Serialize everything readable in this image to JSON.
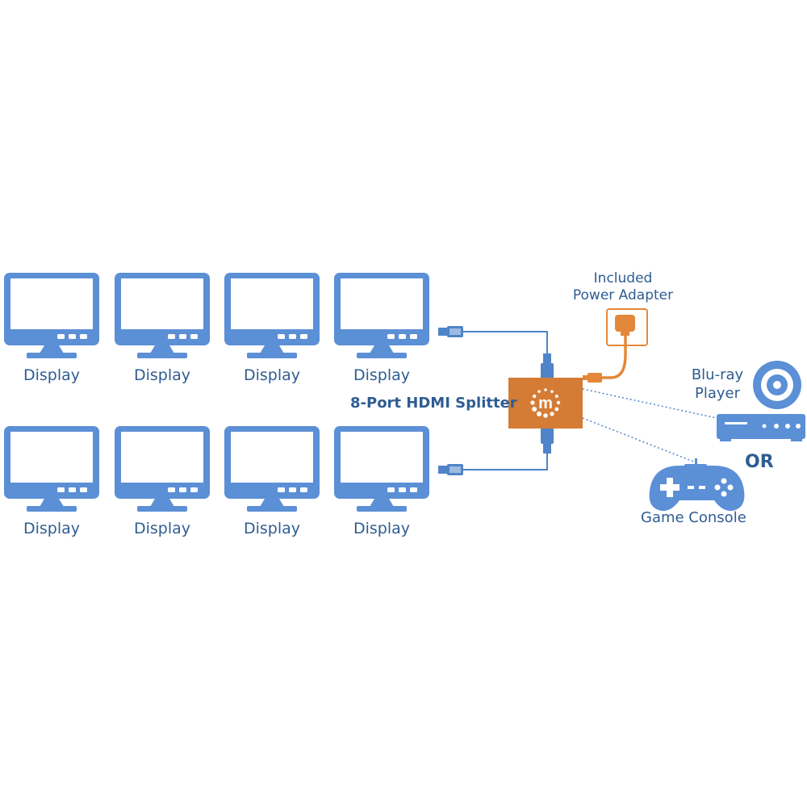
{
  "colors": {
    "display_blue": "#5b8fd6",
    "cable_blue": "#4f84c8",
    "text_blue": "#2f5c92",
    "splitter_orange": "#d47c36",
    "adapter_orange": "#e3883a"
  },
  "displays": [
    {
      "label": "Display"
    },
    {
      "label": "Display"
    },
    {
      "label": "Display"
    },
    {
      "label": "Display"
    },
    {
      "label": "Display"
    },
    {
      "label": "Display"
    },
    {
      "label": "Display"
    },
    {
      "label": "Display"
    }
  ],
  "splitter": {
    "label": "8-Port HDMI Splitter",
    "logo_letter": "m"
  },
  "power_adapter": {
    "line1": "Included",
    "line2": "Power Adapter"
  },
  "bluray": {
    "line1": "Blu-ray",
    "line2": "Player"
  },
  "or_text": "OR",
  "game_console": {
    "label": "Game Console"
  },
  "icons": [
    "monitor-icon",
    "hdmi-plug-icon",
    "power-plug-icon",
    "disc-icon",
    "bluray-player-icon",
    "gamepad-icon",
    "manhattan-logo-icon"
  ]
}
